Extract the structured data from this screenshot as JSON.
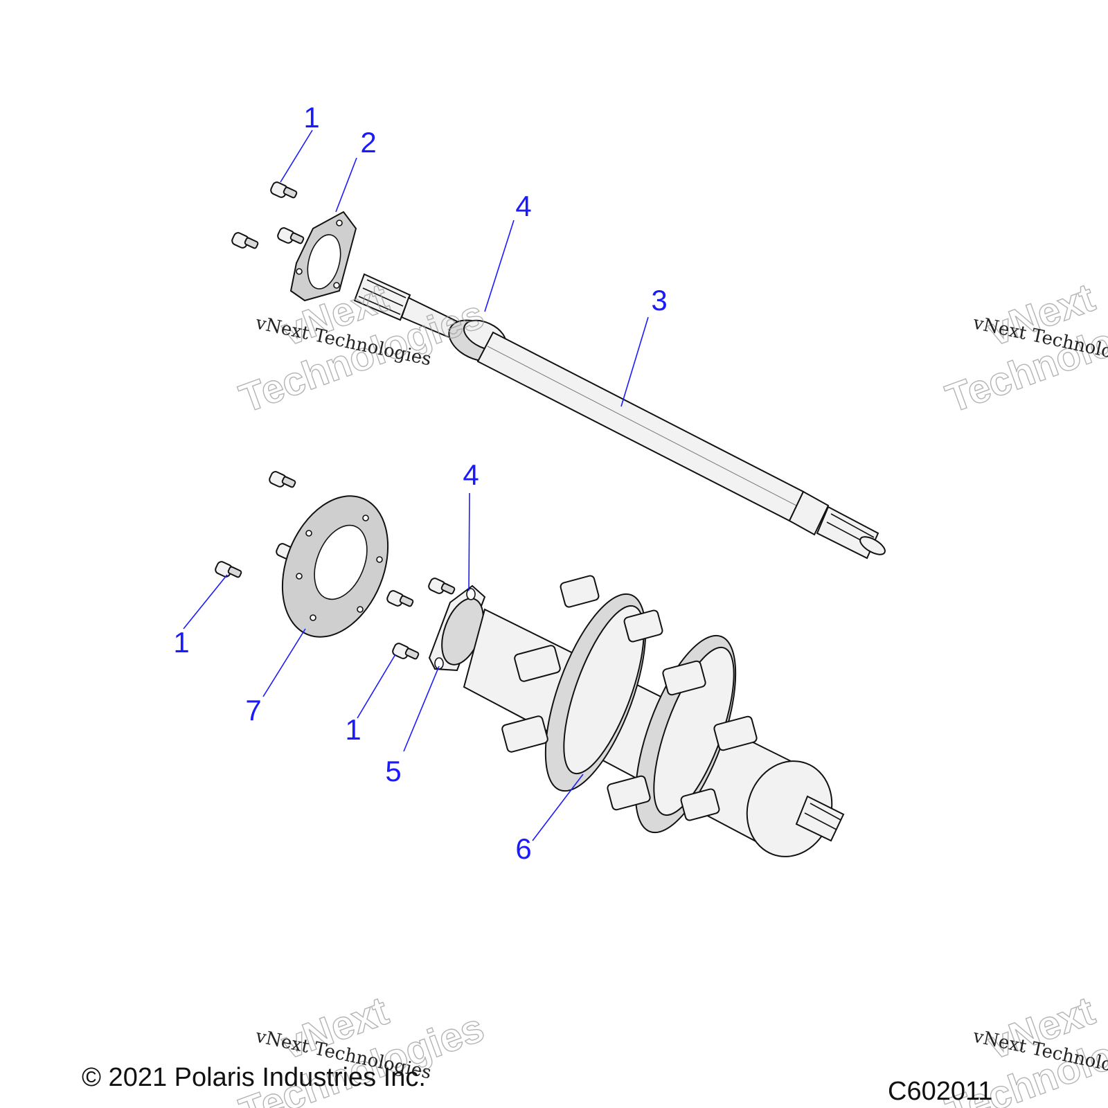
{
  "callouts": {
    "c1a": "1",
    "c2": "2",
    "c4a": "4",
    "c3": "3",
    "c4b": "4",
    "c1b": "1",
    "c7": "7",
    "c1c": "1",
    "c5": "5",
    "c6": "6"
  },
  "watermark": {
    "small": "vNext Technologies",
    "big_line1": "vNext",
    "big_line2": "Technologies"
  },
  "footer": {
    "copyright": "© 2021 Polaris Industries Inc.",
    "drawing_code": "C602011"
  },
  "colors": {
    "callout": "#1a1aff",
    "line": "#111111"
  }
}
